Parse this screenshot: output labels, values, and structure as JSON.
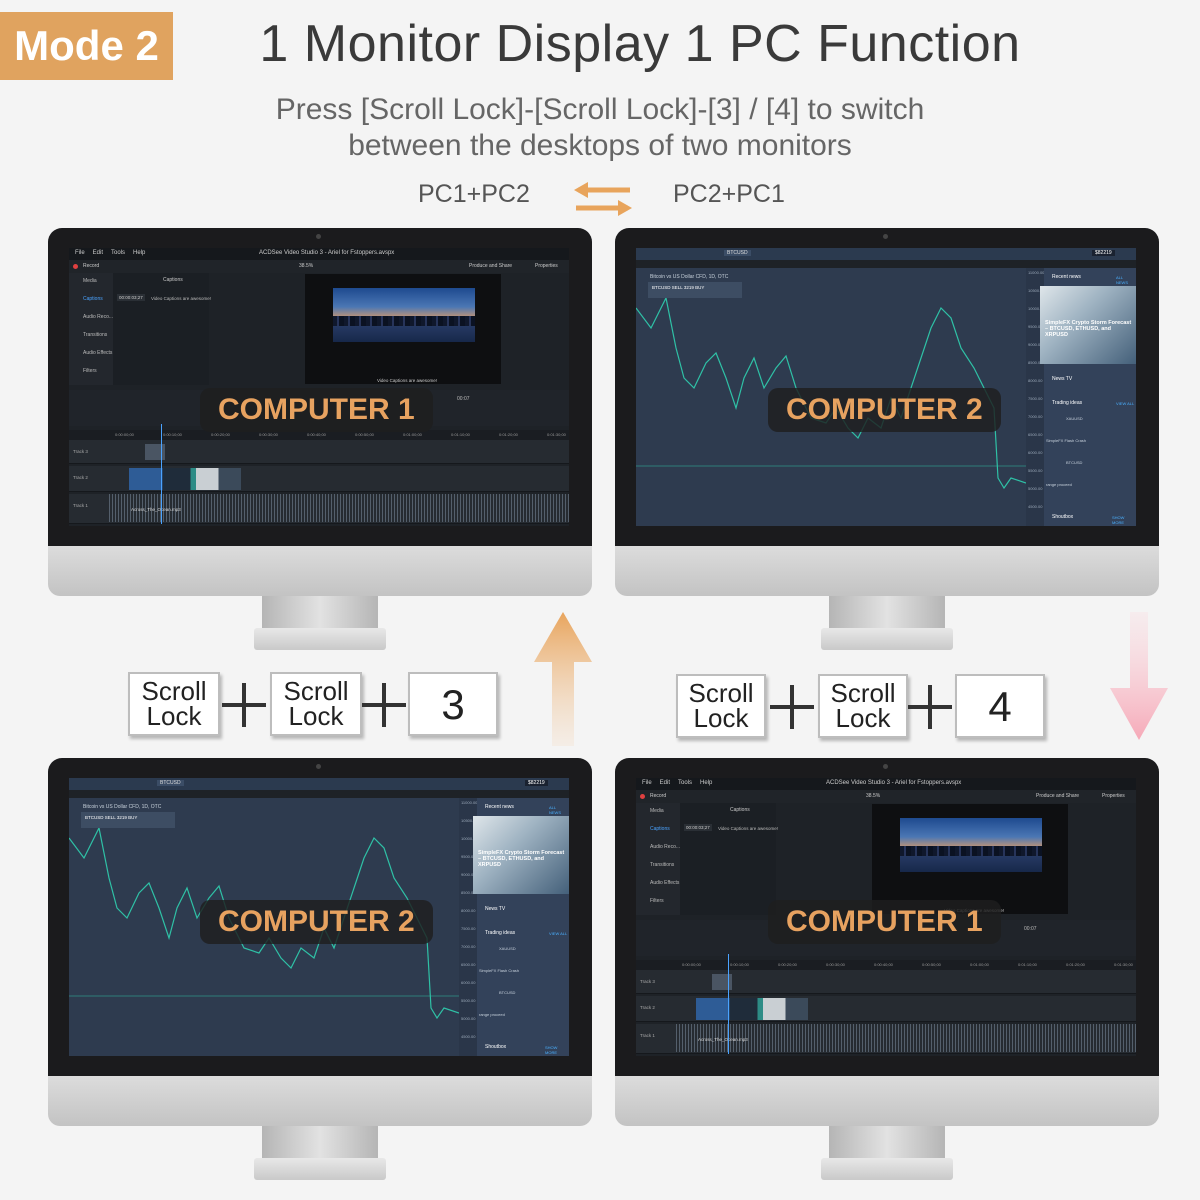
{
  "header": {
    "badge": "Mode 2",
    "title": "1 Monitor Display 1 PC Function",
    "subtitle_line1": "Press [Scroll Lock]-[Scroll Lock]-[3] / [4] to switch",
    "subtitle_line2": "between the desktops of two monitors",
    "left_order": "PC1+PC2",
    "right_order": "PC2+PC1",
    "arrow_colors": [
      "#e8a45c",
      "#f6b0bd"
    ]
  },
  "labels": {
    "computer1": "COMPUTER 1",
    "computer2": "COMPUTER 2"
  },
  "hotkeys": {
    "left": {
      "key1_line1": "Scroll",
      "key1_line2": "Lock",
      "key2_line1": "Scroll",
      "key2_line2": "Lock",
      "key3": "3"
    },
    "right": {
      "key1_line1": "Scroll",
      "key1_line2": "Lock",
      "key2_line1": "Scroll",
      "key2_line2": "Lock",
      "key3": "4"
    }
  },
  "video_editor": {
    "menu": [
      "File",
      "Edit",
      "Tools",
      "Help"
    ],
    "window_title": "ACDSee Video Studio 3 - Ariel for Fstoppers.avspx",
    "record": "Record",
    "zoom": "38.5%",
    "produce": "Produce and Share",
    "properties": "Properties",
    "sidebar": [
      "Media",
      "Captions",
      "Audio Reco...",
      "Transitions",
      "Audio Effects",
      "Filters"
    ],
    "panel_title": "Captions",
    "caption_time": "00:00:03;27",
    "caption_text": "Video Captions are awesome!",
    "preview_caption": "Video Captions are awesome!",
    "play_time": "00:07",
    "ruler": [
      "0:00:00;00",
      "0:00:10;00",
      "0:00:20;00",
      "0:00:30;00",
      "0:00:40;00",
      "0:00:50;00",
      "0:01:00;00",
      "0:01:10;00",
      "0:01:20;00",
      "0:01:30;00"
    ],
    "tracks": [
      "Track 3",
      "Track 2",
      "Track 1"
    ],
    "audio_clip": "Across_The_Ocean.mp3"
  },
  "trading": {
    "search": "BTCUSD",
    "price_pill": "$82219",
    "symbol_title": "Bitcoin vs US Dollar CFD, 1D, OTC",
    "symbol_box": "BTCUSD  SELL 3219  BUY",
    "axis": [
      "11000.00",
      "10500.00",
      "10000.00",
      "9500.00",
      "9000.00",
      "8500.00",
      "8000.00",
      "7500.00",
      "7000.00",
      "6500.00",
      "6000.00",
      "5500.00",
      "5000.00",
      "4500.00"
    ],
    "recent_news": "Recent news",
    "all_news": "ALL NEWS",
    "news_title": "SimpleFX Crypto Storm Forecast – BTCUSD, ETHUSD, and XRPUSD",
    "news_tv": "News TV",
    "trading_ideas": "Trading ideas",
    "view_all": "VIEW ALL",
    "idea1": "XAUUSD",
    "idea2": "SimpleFX Flash Crash",
    "idea3": "BTCUSD",
    "idea4": "range proceed",
    "shoutbox": "Shoutbox",
    "show_more": "SHOW MORE"
  }
}
